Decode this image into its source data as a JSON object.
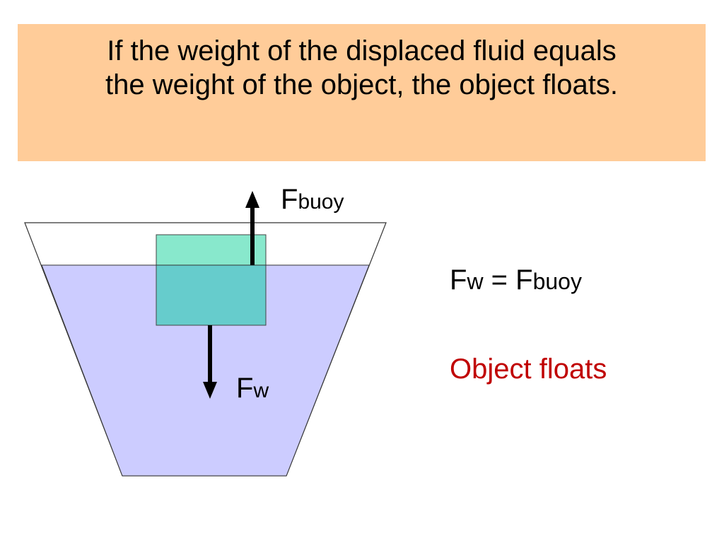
{
  "title": {
    "line1": "If the weight of the displaced fluid equals",
    "line2": "the weight of the object, the object floats."
  },
  "labels": {
    "buoy_F": "F",
    "buoy_sub": "buoy",
    "weight_F": "F",
    "weight_sub": "w"
  },
  "equation": {
    "left_F": "F",
    "left_sub": "w",
    "operator": " = ",
    "right_F": "F",
    "right_sub": "buoy"
  },
  "result": "Object floats",
  "colors": {
    "title_bg": "#FFCC99",
    "fluid": "#CCCCFF",
    "object_above": "#88E8CC",
    "object_submerged": "#66CCCC",
    "result_text": "#C00000",
    "arrow": "#000000"
  }
}
